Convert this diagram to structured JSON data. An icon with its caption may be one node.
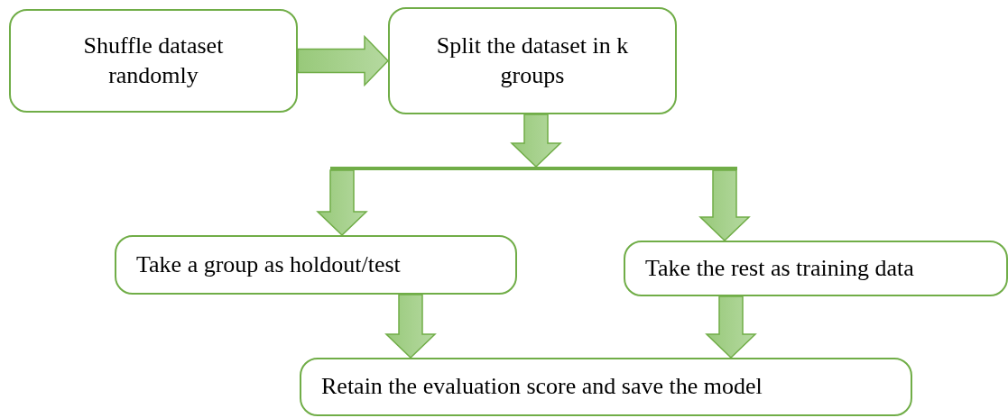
{
  "diagram": {
    "nodes": [
      {
        "text": [
          "Shuffle dataset randomly"
        ]
      },
      {
        "text": [
          "Split the dataset in k groups"
        ]
      },
      {
        "text": [],
        "shape": "bar"
      },
      {
        "text": [
          "Take a group as holdout/test"
        ]
      },
      {
        "text": [
          "Take the rest as training data"
        ]
      },
      {
        "text": [
          "Retain the evaluation score and save the model"
        ]
      }
    ],
    "edges": [
      {
        "from": 0,
        "to": 1,
        "arrow": "to"
      },
      {
        "from": 1,
        "to": 2,
        "arrow": "to"
      },
      {
        "from": 2,
        "to": 3,
        "arrow": "to"
      },
      {
        "from": 2,
        "to": 4,
        "arrow": "to"
      },
      {
        "from": 3,
        "to": 5,
        "arrow": "to"
      },
      {
        "from": 4,
        "to": 5,
        "arrow": "to"
      }
    ]
  }
}
